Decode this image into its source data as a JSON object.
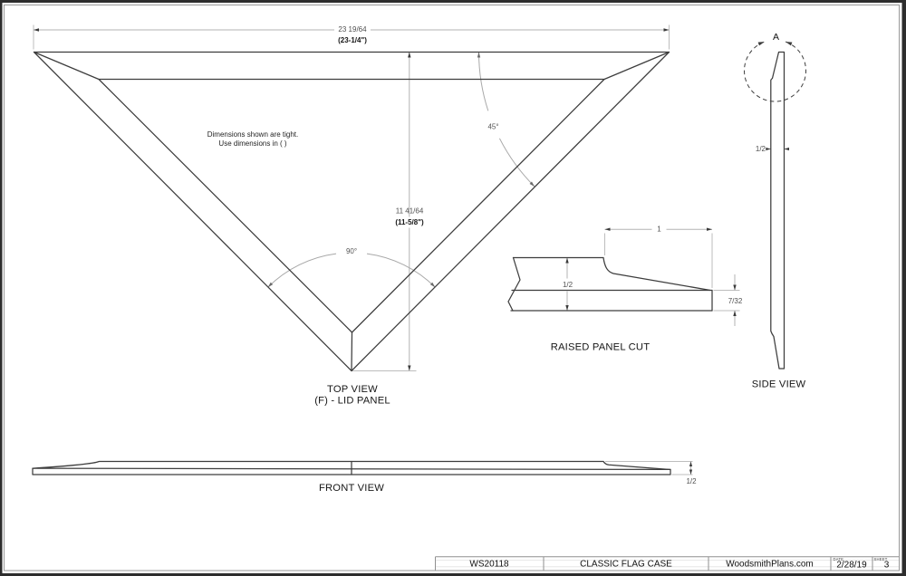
{
  "colors": {
    "paper": "#ffffff",
    "part_outline": "#3d3d3d",
    "dimension_lines": "#b3b3b3",
    "text": "#161616",
    "sheet_frame": "#2d2d2d"
  },
  "top_view": {
    "width_dim": "23 19/64",
    "width_dim_paren": "(23-1/4\")",
    "height_dim": "11 41/64",
    "height_dim_paren": "(11-5/8\")",
    "corner_angle": "45°",
    "apex_angle": "90°",
    "note_line1": "Dimensions shown are tight.",
    "note_line2": "Use dimensions in ( )",
    "label_line1": "TOP VIEW",
    "label_line2": "(F) - LID PANEL"
  },
  "raised_panel_cut": {
    "label": "RAISED PANEL CUT",
    "bevel_width_dim": "1",
    "thickness_dim": "1/2",
    "edge_thickness_dim": "7/32"
  },
  "side_view": {
    "label": "SIDE VIEW",
    "detail_marker": "A",
    "thickness_dim": "1/2"
  },
  "front_view": {
    "label": "FRONT VIEW",
    "thickness_dim": "1/2"
  },
  "title_block": {
    "plan_number": "WS20118",
    "title": "CLASSIC FLAG CASE",
    "website": "WoodsmithPlans.com",
    "date_label": "DATE",
    "date_value": "2/28/19",
    "sheet_label": "SHEET",
    "sheet_value": "3"
  }
}
